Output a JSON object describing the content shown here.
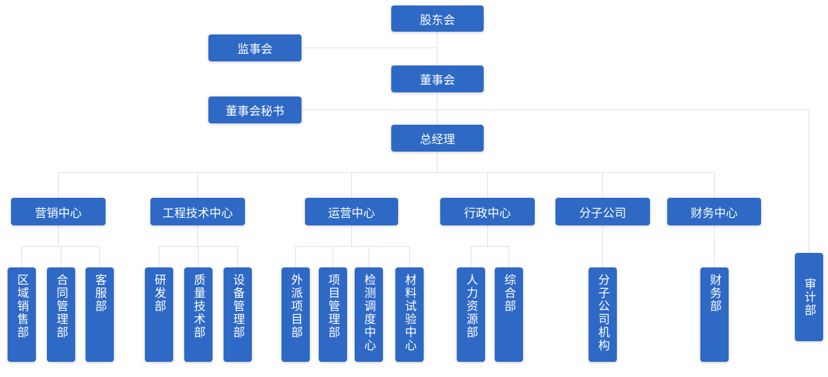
{
  "colors": {
    "node_fill": "#2e69c5",
    "node_text": "#ffffff",
    "connector": "#e0e0e0",
    "background": "#ffffff"
  },
  "org_chart": {
    "type": "organization-chart",
    "nodes": [
      {
        "id": "shareholders-meeting",
        "label": "股东会",
        "reports_to": null
      },
      {
        "id": "supervisory-board",
        "label": "监事会",
        "reports_to": "shareholders-meeting"
      },
      {
        "id": "board-of-directors",
        "label": "董事会",
        "reports_to": "shareholders-meeting"
      },
      {
        "id": "board-secretary",
        "label": "董事会秘书",
        "reports_to": "board-of-directors"
      },
      {
        "id": "general-manager",
        "label": "总经理",
        "reports_to": "board-of-directors"
      },
      {
        "id": "marketing-center",
        "label": "营销中心",
        "reports_to": "general-manager"
      },
      {
        "id": "engineering-technology-center",
        "label": "工程技术中心",
        "reports_to": "general-manager"
      },
      {
        "id": "operations-center",
        "label": "运营中心",
        "reports_to": "general-manager"
      },
      {
        "id": "administration-center",
        "label": "行政中心",
        "reports_to": "general-manager"
      },
      {
        "id": "subsidiaries",
        "label": "分子公司",
        "reports_to": "general-manager"
      },
      {
        "id": "finance-center",
        "label": "财务中心",
        "reports_to": "general-manager"
      },
      {
        "id": "regional-sales-dept",
        "label": "区域销售部",
        "reports_to": "marketing-center"
      },
      {
        "id": "contract-management-dept",
        "label": "合同管理部",
        "reports_to": "marketing-center"
      },
      {
        "id": "customer-service-dept",
        "label": "客服部",
        "reports_to": "marketing-center"
      },
      {
        "id": "rd-dept",
        "label": "研发部",
        "reports_to": "engineering-technology-center"
      },
      {
        "id": "quality-technology-dept",
        "label": "质量技术部",
        "reports_to": "engineering-technology-center"
      },
      {
        "id": "equipment-management-dept",
        "label": "设备管理部",
        "reports_to": "engineering-technology-center"
      },
      {
        "id": "dispatched-project-dept",
        "label": "外派项目部",
        "reports_to": "operations-center"
      },
      {
        "id": "project-management-dept",
        "label": "项目管理部",
        "reports_to": "operations-center"
      },
      {
        "id": "testing-dispatch-center",
        "label": "检测调度中心",
        "reports_to": "operations-center"
      },
      {
        "id": "material-testing-center",
        "label": "材料试验中心",
        "reports_to": "operations-center"
      },
      {
        "id": "human-resources-dept",
        "label": "人力资源部",
        "reports_to": "administration-center"
      },
      {
        "id": "general-affairs-dept",
        "label": "综合部",
        "reports_to": "administration-center"
      },
      {
        "id": "subsidiary-organizations",
        "label": "分子公司机构",
        "reports_to": "subsidiaries"
      },
      {
        "id": "finance-dept",
        "label": "财务部",
        "reports_to": "finance-center"
      },
      {
        "id": "audit-dept",
        "label": "审计部",
        "reports_to": "board-of-directors"
      }
    ]
  }
}
